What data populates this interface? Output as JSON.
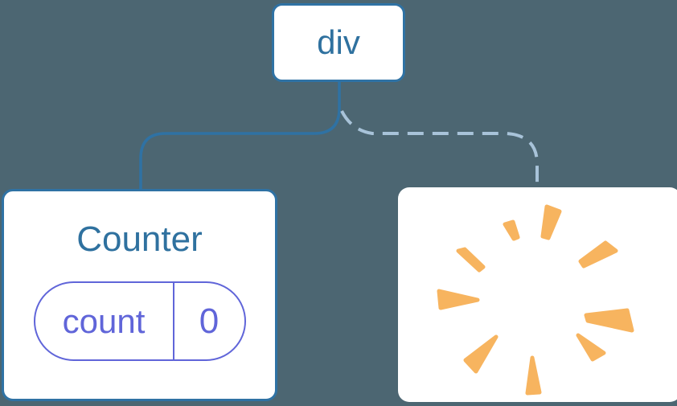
{
  "tree": {
    "root_node": {
      "label": "div"
    },
    "counter_card": {
      "title": "Counter",
      "state_pill": {
        "key": "count",
        "value": "0"
      }
    },
    "removed_card": {
      "icon": "poof-explosion-icon"
    },
    "edges": [
      {
        "style": "solid",
        "from": "div",
        "to": "Counter"
      },
      {
        "style": "dashed",
        "from": "div",
        "to": "poof-explosion"
      }
    ]
  },
  "colors": {
    "background": "#4C6672",
    "card_bg": "#FFFFFF",
    "node_border": "#2F72A4",
    "node_text": "#2F719F",
    "solid_edge": "#2F72A4",
    "dashed_edge": "#A8C3D9",
    "state_accent": "#6065D9",
    "poof": "#F7B45F"
  }
}
